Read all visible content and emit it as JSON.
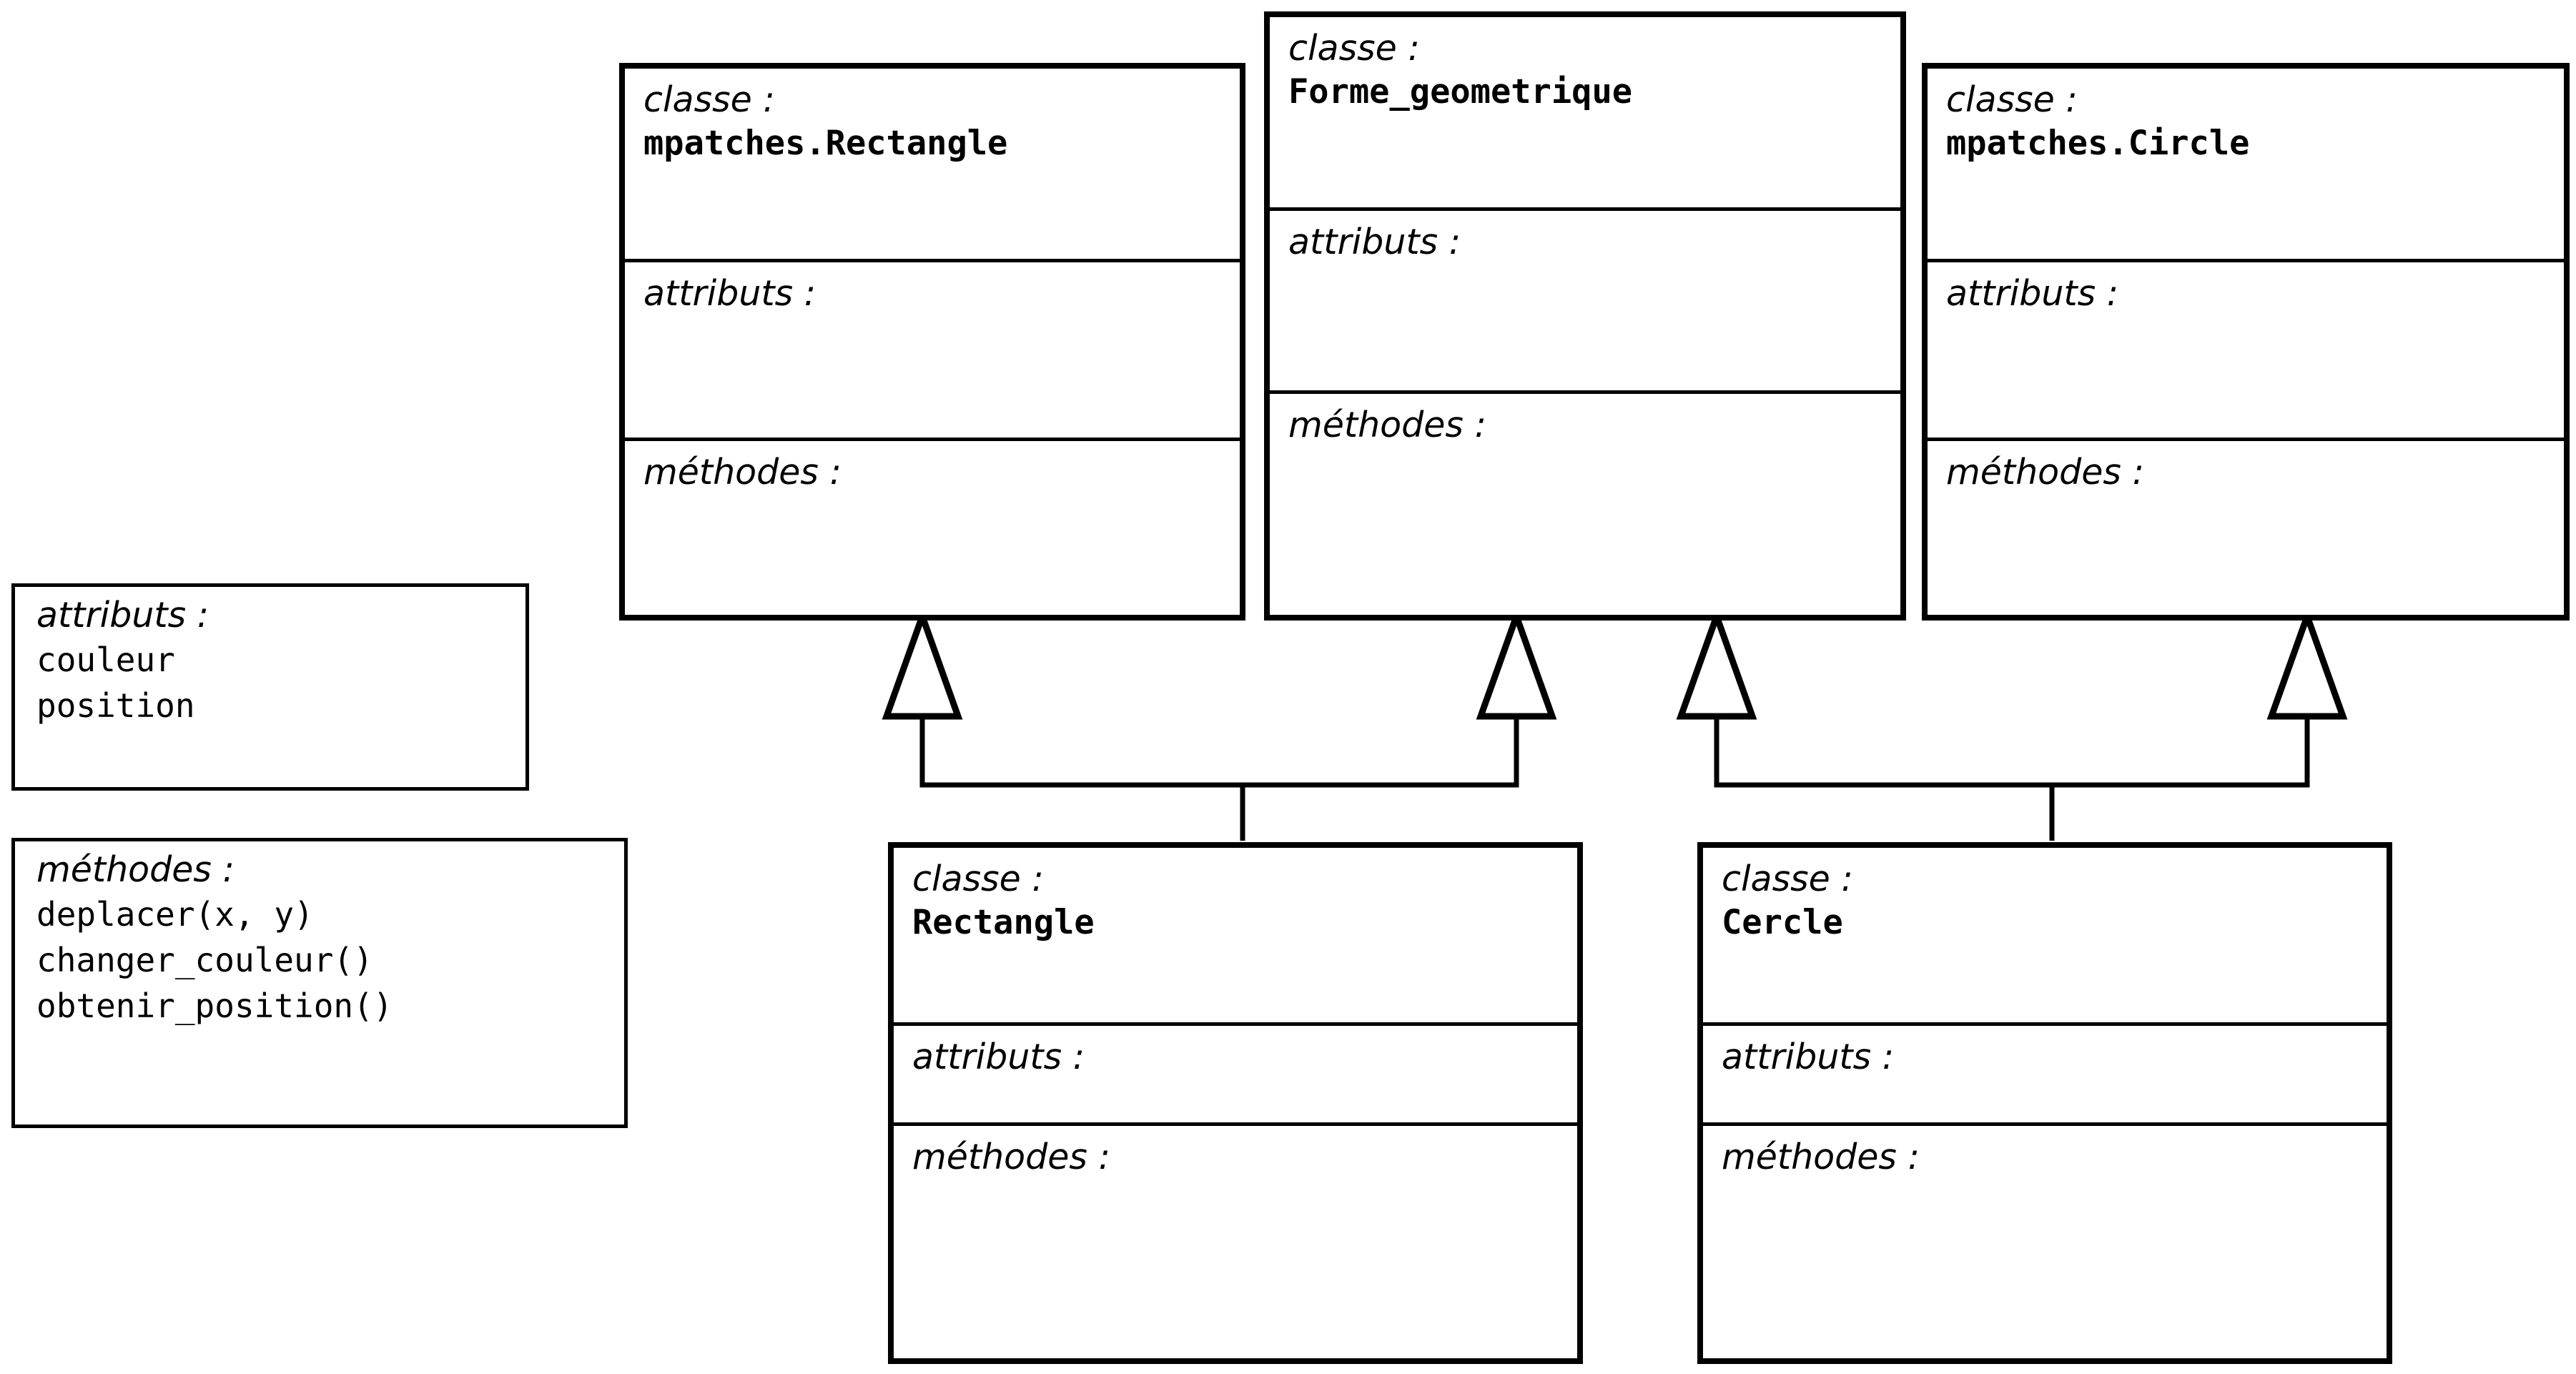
{
  "diagram": {
    "type": "uml-class-diagram",
    "title": "",
    "language": "fr",
    "colors": {
      "background": "#ffffff",
      "stroke": "#000000",
      "fill": "#ffffff"
    },
    "section_labels": {
      "classe": "classe :",
      "attributs": "attributs :",
      "methodes": "méthodes :"
    }
  },
  "legend": {
    "attributes_box": {
      "header": "attributs :",
      "items": [
        "couleur",
        "position"
      ]
    },
    "methods_box": {
      "header": "méthodes :",
      "items": [
        "deplacer(x, y)",
        "changer_couleur()",
        "obtenir_position()"
      ]
    }
  },
  "classes": {
    "mpatches_rectangle": {
      "classe_label": "classe :",
      "name": "mpatches.Rectangle",
      "attributs_label": "attributs :",
      "attributs": [],
      "methodes_label": "méthodes :",
      "methodes": []
    },
    "forme_geometrique": {
      "classe_label": "classe :",
      "name": "Forme_geometrique",
      "attributs_label": "attributs :",
      "attributs": [],
      "methodes_label": "méthodes :",
      "methodes": []
    },
    "mpatches_circle": {
      "classe_label": "classe :",
      "name": "mpatches.Circle",
      "attributs_label": "attributs :",
      "attributs": [],
      "methodes_label": "méthodes :",
      "methodes": []
    },
    "rectangle": {
      "classe_label": "classe :",
      "name": "Rectangle",
      "attributs_label": "attributs :",
      "attributs": [],
      "methodes_label": "méthodes :",
      "methodes": []
    },
    "cercle": {
      "classe_label": "classe :",
      "name": "Cercle",
      "attributs_label": "attributs :",
      "attributs": [],
      "methodes_label": "méthodes :",
      "methodes": []
    }
  },
  "relations": [
    {
      "from": "rectangle",
      "to": "mpatches_rectangle",
      "kind": "generalization"
    },
    {
      "from": "rectangle",
      "to": "forme_geometrique",
      "kind": "generalization"
    },
    {
      "from": "cercle",
      "to": "forme_geometrique",
      "kind": "generalization"
    },
    {
      "from": "cercle",
      "to": "mpatches_circle",
      "kind": "generalization"
    }
  ]
}
